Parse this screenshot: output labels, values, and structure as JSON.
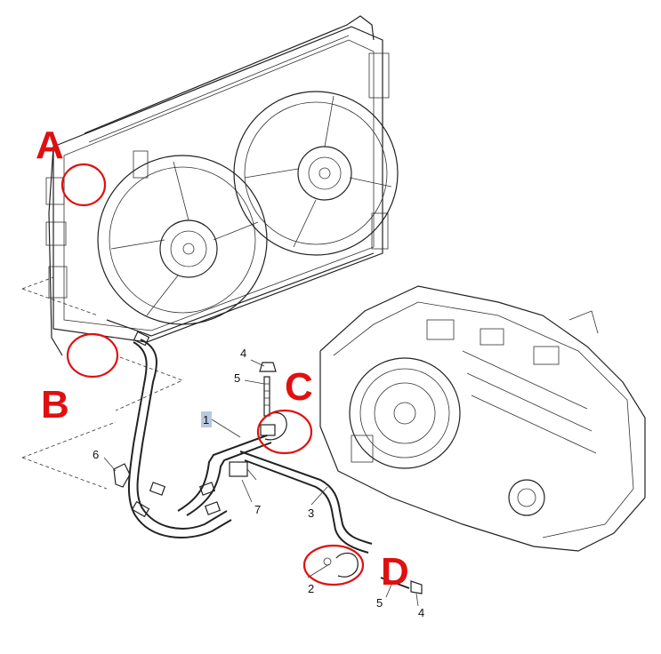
{
  "callouts": {
    "a": "A",
    "b": "B",
    "c": "C",
    "d": "D"
  },
  "part_numbers": {
    "n1": "1",
    "n2": "2",
    "n3": "3",
    "n4_top": "4",
    "n4_bottom": "4",
    "n5_top": "5",
    "n5_bottom": "5",
    "n6": "6",
    "n7": "7"
  },
  "colors": {
    "callout_red": "#e01010",
    "linework": "#222222",
    "label_highlight": "#b8c8e0"
  }
}
